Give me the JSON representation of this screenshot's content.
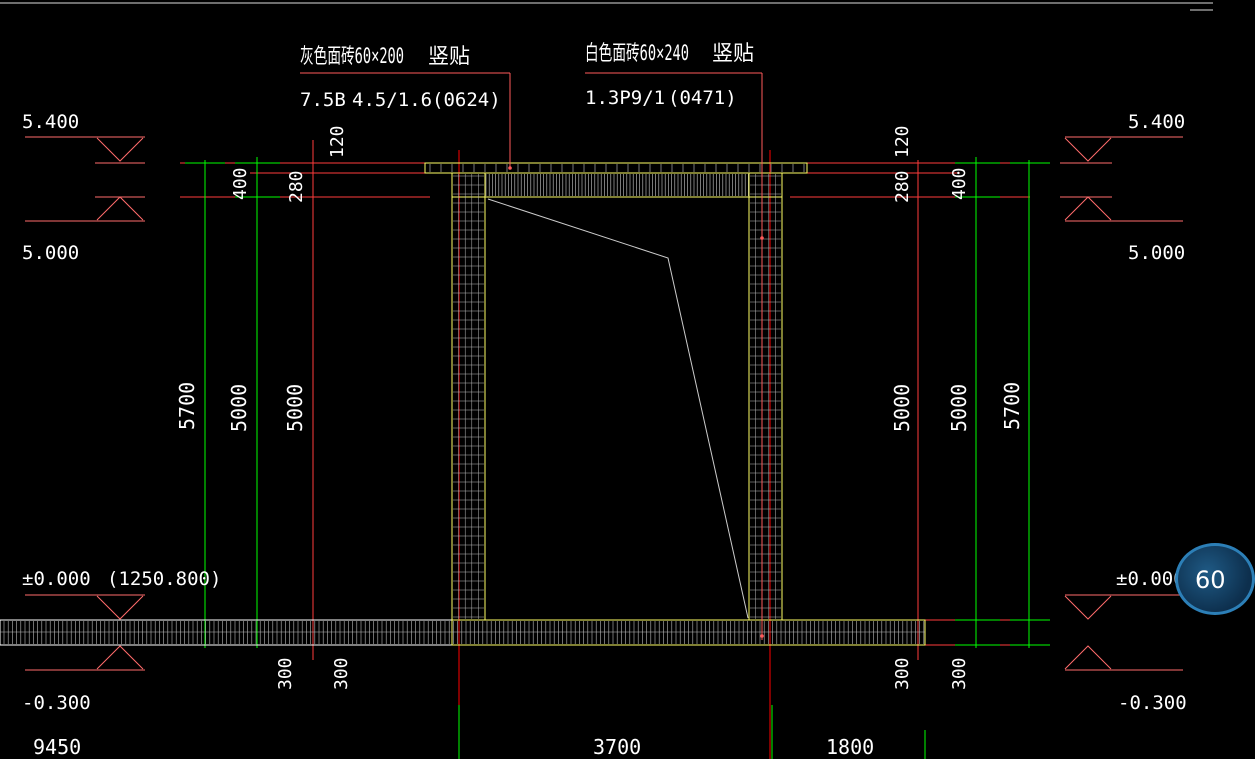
{
  "labels": {
    "tile_grey": "灰色面砖60×200",
    "tile_grey_mode": "竖贴",
    "tile_grey_code_a": "7.5B",
    "tile_grey_code_b": "4.5/1.6",
    "tile_grey_code_c": "(0624)",
    "tile_white": "白色面砖60×240",
    "tile_white_mode": "竖贴",
    "tile_white_code_a": "1.3P9/1",
    "tile_white_code_b": "(0471)"
  },
  "elevations": {
    "top": "5.400",
    "beam_bottom": "5.000",
    "ground": "±0.000",
    "ground_abs": "(1250.800)",
    "bottom": "-0.300"
  },
  "dimensions": {
    "d120": "120",
    "d280": "280",
    "d400": "400",
    "d5700": "5700",
    "d5000": "5000",
    "d300": "300",
    "span_left": "9450",
    "span_mid": "3700",
    "span_right": "1800"
  },
  "zoom_button": {
    "label": "60"
  },
  "colors": {
    "background": "#000000",
    "text": "#ffffff",
    "dimension": "#00ff00",
    "leader": "#ff3b3b",
    "wall": "#ffff66",
    "elevation_mark": "#ff6b6b",
    "grid_axis": "#ff0000"
  }
}
